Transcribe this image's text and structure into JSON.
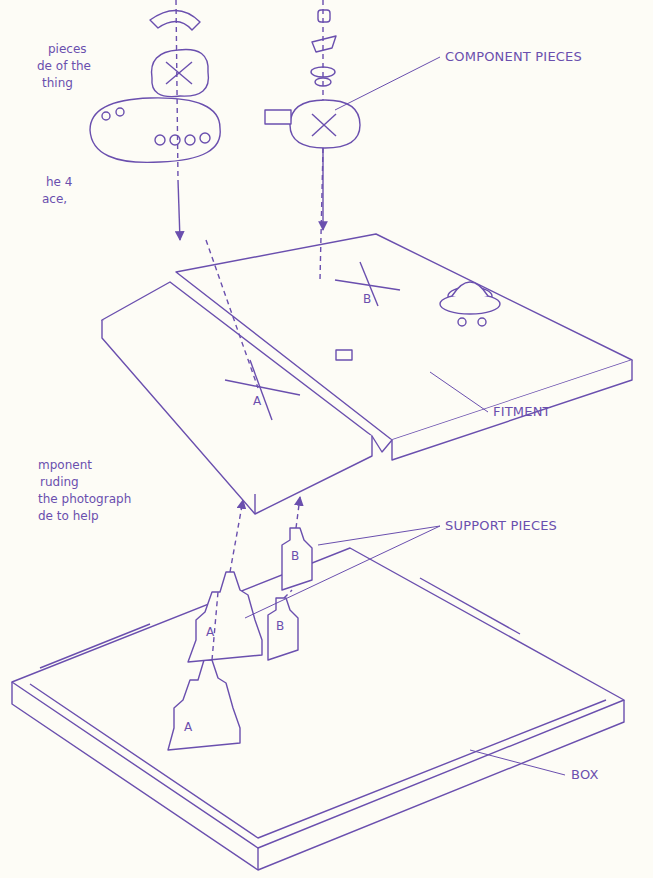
{
  "diagram": {
    "labels": [
      "pieces",
      "de of the",
      "thing",
      "COMPONENT PIECES",
      "he 4",
      "ace,",
      "B",
      "A",
      "FITMENT",
      "mponent",
      "ruding",
      "the photograph",
      "de to help",
      "SUPPORT PIECES",
      "B",
      "A",
      "B",
      "A",
      "BOX"
    ]
  }
}
